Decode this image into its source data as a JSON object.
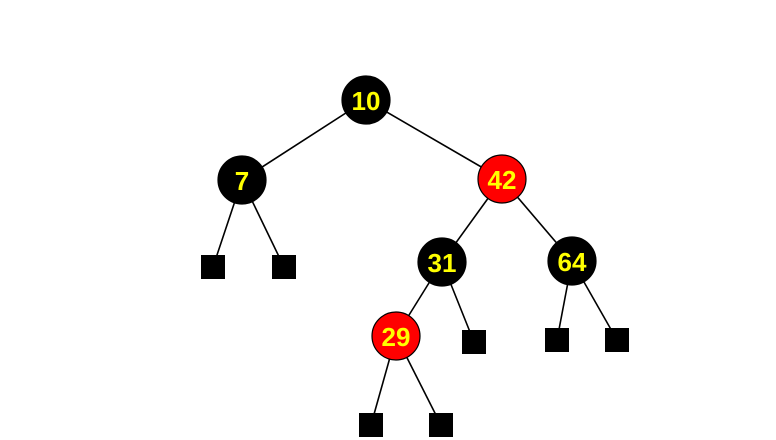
{
  "colors": {
    "red_node": "#ff0000",
    "black_node": "#000000",
    "label": "#ffff00",
    "edge": "#000000",
    "leaf": "#000000",
    "background": "#ffffff"
  },
  "tree": {
    "nodes": [
      {
        "id": "n10",
        "label": "10",
        "color": "black"
      },
      {
        "id": "n7",
        "label": "7",
        "color": "black"
      },
      {
        "id": "n42",
        "label": "42",
        "color": "red"
      },
      {
        "id": "n31",
        "label": "31",
        "color": "black"
      },
      {
        "id": "n64",
        "label": "64",
        "color": "black"
      },
      {
        "id": "n29",
        "label": "29",
        "color": "red"
      }
    ],
    "leaves": [
      {
        "id": "leaf-7-left"
      },
      {
        "id": "leaf-7-right"
      },
      {
        "id": "leaf-31-right"
      },
      {
        "id": "leaf-64-left"
      },
      {
        "id": "leaf-64-right"
      },
      {
        "id": "leaf-29-left"
      },
      {
        "id": "leaf-29-right"
      }
    ],
    "edges": [
      {
        "from": "n10",
        "to": "n7"
      },
      {
        "from": "n10",
        "to": "n42"
      },
      {
        "from": "n7",
        "to": "leaf-7-left"
      },
      {
        "from": "n7",
        "to": "leaf-7-right"
      },
      {
        "from": "n42",
        "to": "n31"
      },
      {
        "from": "n42",
        "to": "n64"
      },
      {
        "from": "n31",
        "to": "n29"
      },
      {
        "from": "n31",
        "to": "leaf-31-right"
      },
      {
        "from": "n64",
        "to": "leaf-64-left"
      },
      {
        "from": "n64",
        "to": "leaf-64-right"
      },
      {
        "from": "n29",
        "to": "leaf-29-left"
      },
      {
        "from": "n29",
        "to": "leaf-29-right"
      }
    ]
  }
}
